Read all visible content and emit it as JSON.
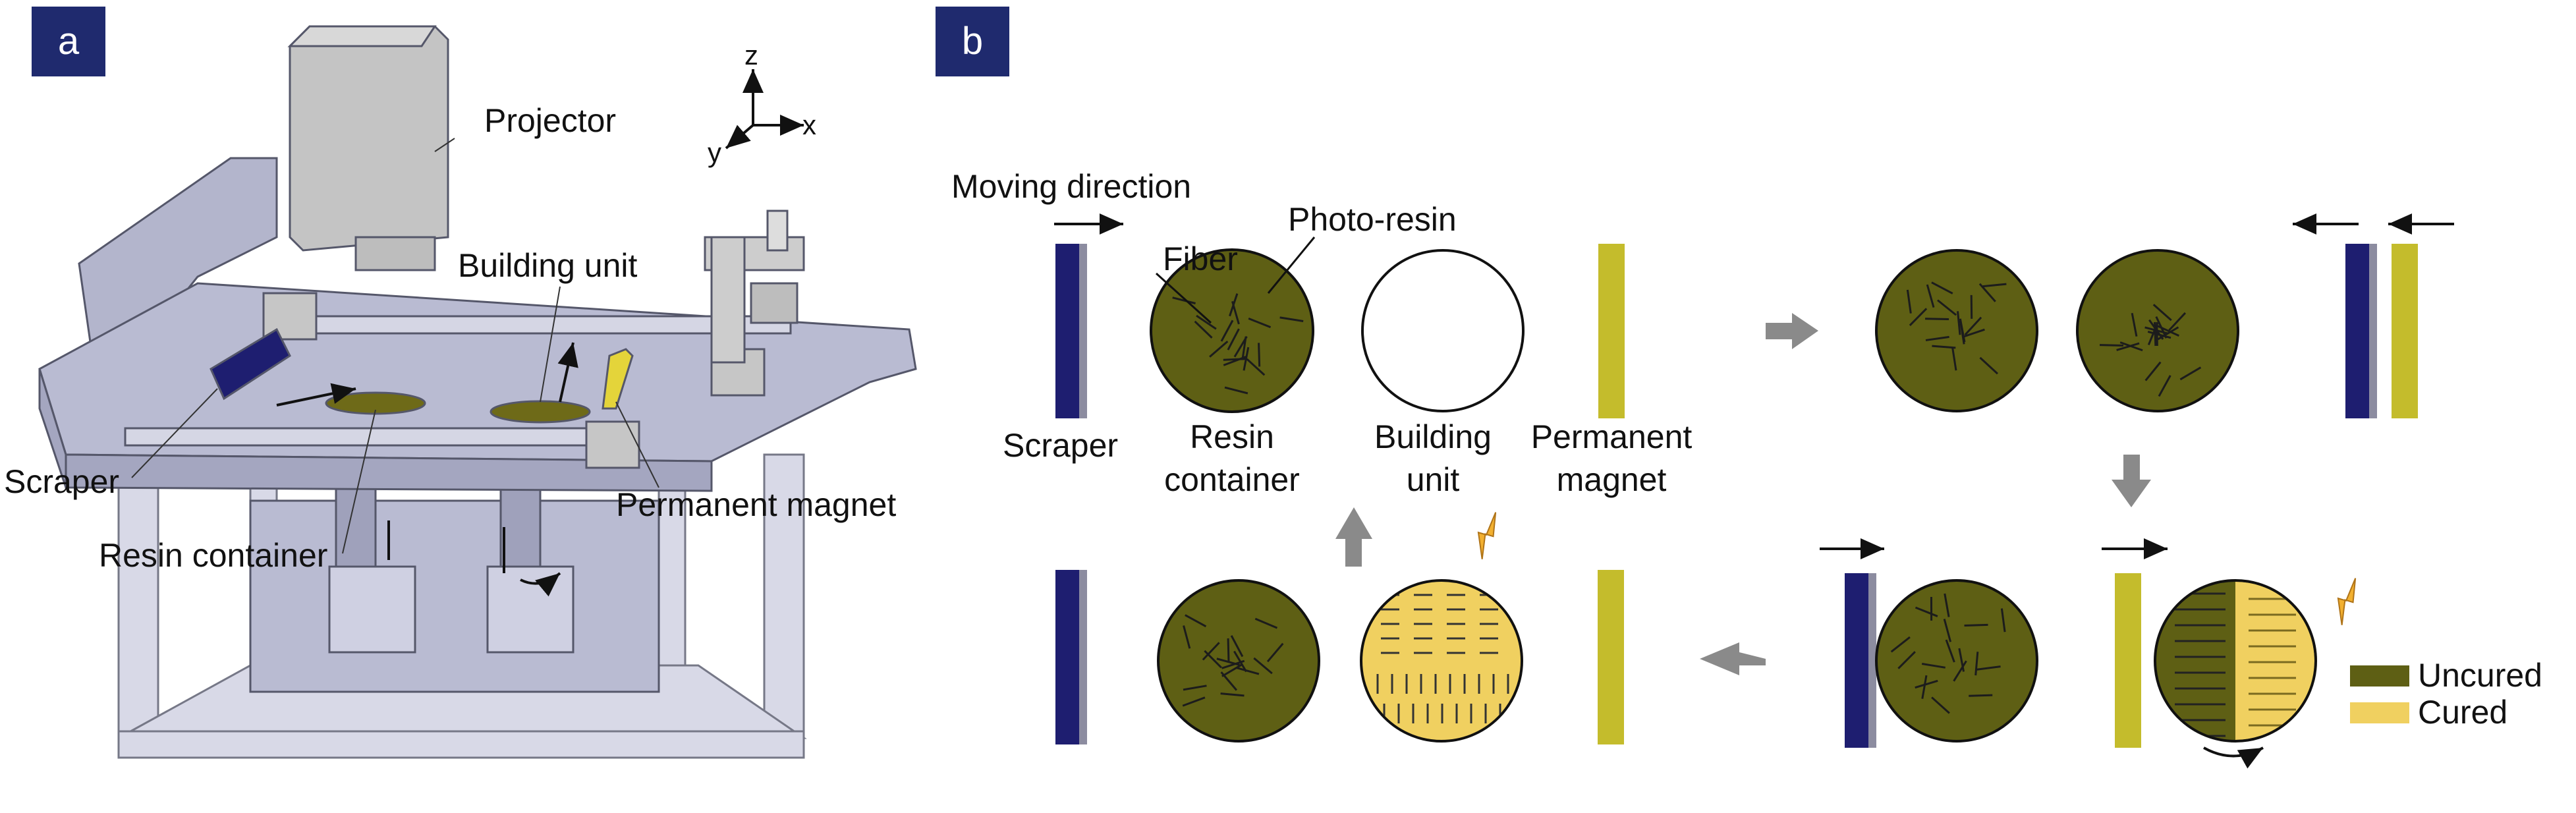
{
  "colors": {
    "panel_tag_bg": "#1f2a6e",
    "scraper": "#1e1e70",
    "scraper_edge": "#8c8ca0",
    "magnet": "#c4bc2c",
    "uncured": "#5e5f14",
    "cured": "#f0d060",
    "arrow_gray": "#8a8a8a",
    "machine_fill": "#b9bbd2",
    "machine_edge": "#55576a",
    "light": "#f2b030"
  },
  "panel_a": {
    "tag": "a",
    "axes": {
      "z": "z",
      "x": "x",
      "y": "y"
    },
    "labels": {
      "projector": "Projector",
      "building_unit": "Building unit",
      "scraper": "Scraper",
      "resin_container": "Resin container",
      "permanent_magnet": "Permanent magnet"
    }
  },
  "panel_b": {
    "tag": "b",
    "labels": {
      "moving_direction": "Moving direction",
      "photo_resin": "Photo-resin",
      "fiber": "Fiber",
      "scraper": "Scraper",
      "resin_container_1": "Resin",
      "resin_container_2": "container",
      "building_unit_1": "Building",
      "building_unit_2": "unit",
      "permanent_magnet_1": "Permanent",
      "permanent_magnet_2": "magnet"
    },
    "legend": [
      {
        "label": "Uncured",
        "color_key": "uncured"
      },
      {
        "label": "Cured",
        "color_key": "cured"
      }
    ]
  }
}
